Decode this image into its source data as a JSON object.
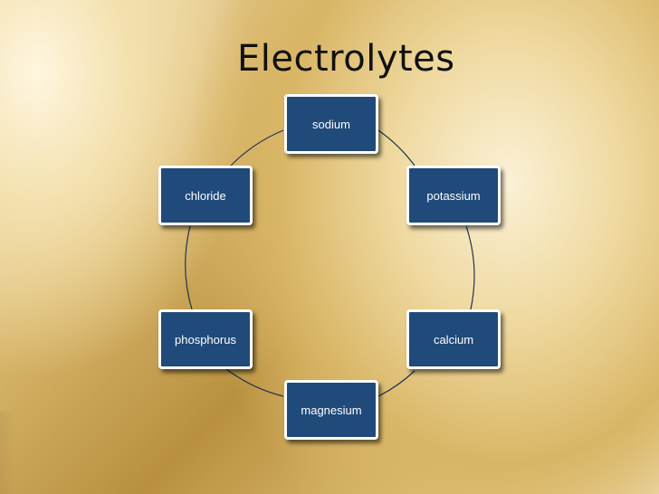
{
  "slide": {
    "title": "Electrolytes"
  },
  "diagram": {
    "type": "cycle",
    "nodes": [
      {
        "id": "sodium",
        "label": "sodium"
      },
      {
        "id": "potassium",
        "label": "potassium"
      },
      {
        "id": "calcium",
        "label": "calcium"
      },
      {
        "id": "magnesium",
        "label": "magnesium"
      },
      {
        "id": "phosphorus",
        "label": "phosphorus"
      },
      {
        "id": "chloride",
        "label": "chloride"
      }
    ],
    "colors": {
      "node_fill": "#1f4a7a",
      "node_border": "#ffffff",
      "connector": "#1f3550"
    }
  }
}
